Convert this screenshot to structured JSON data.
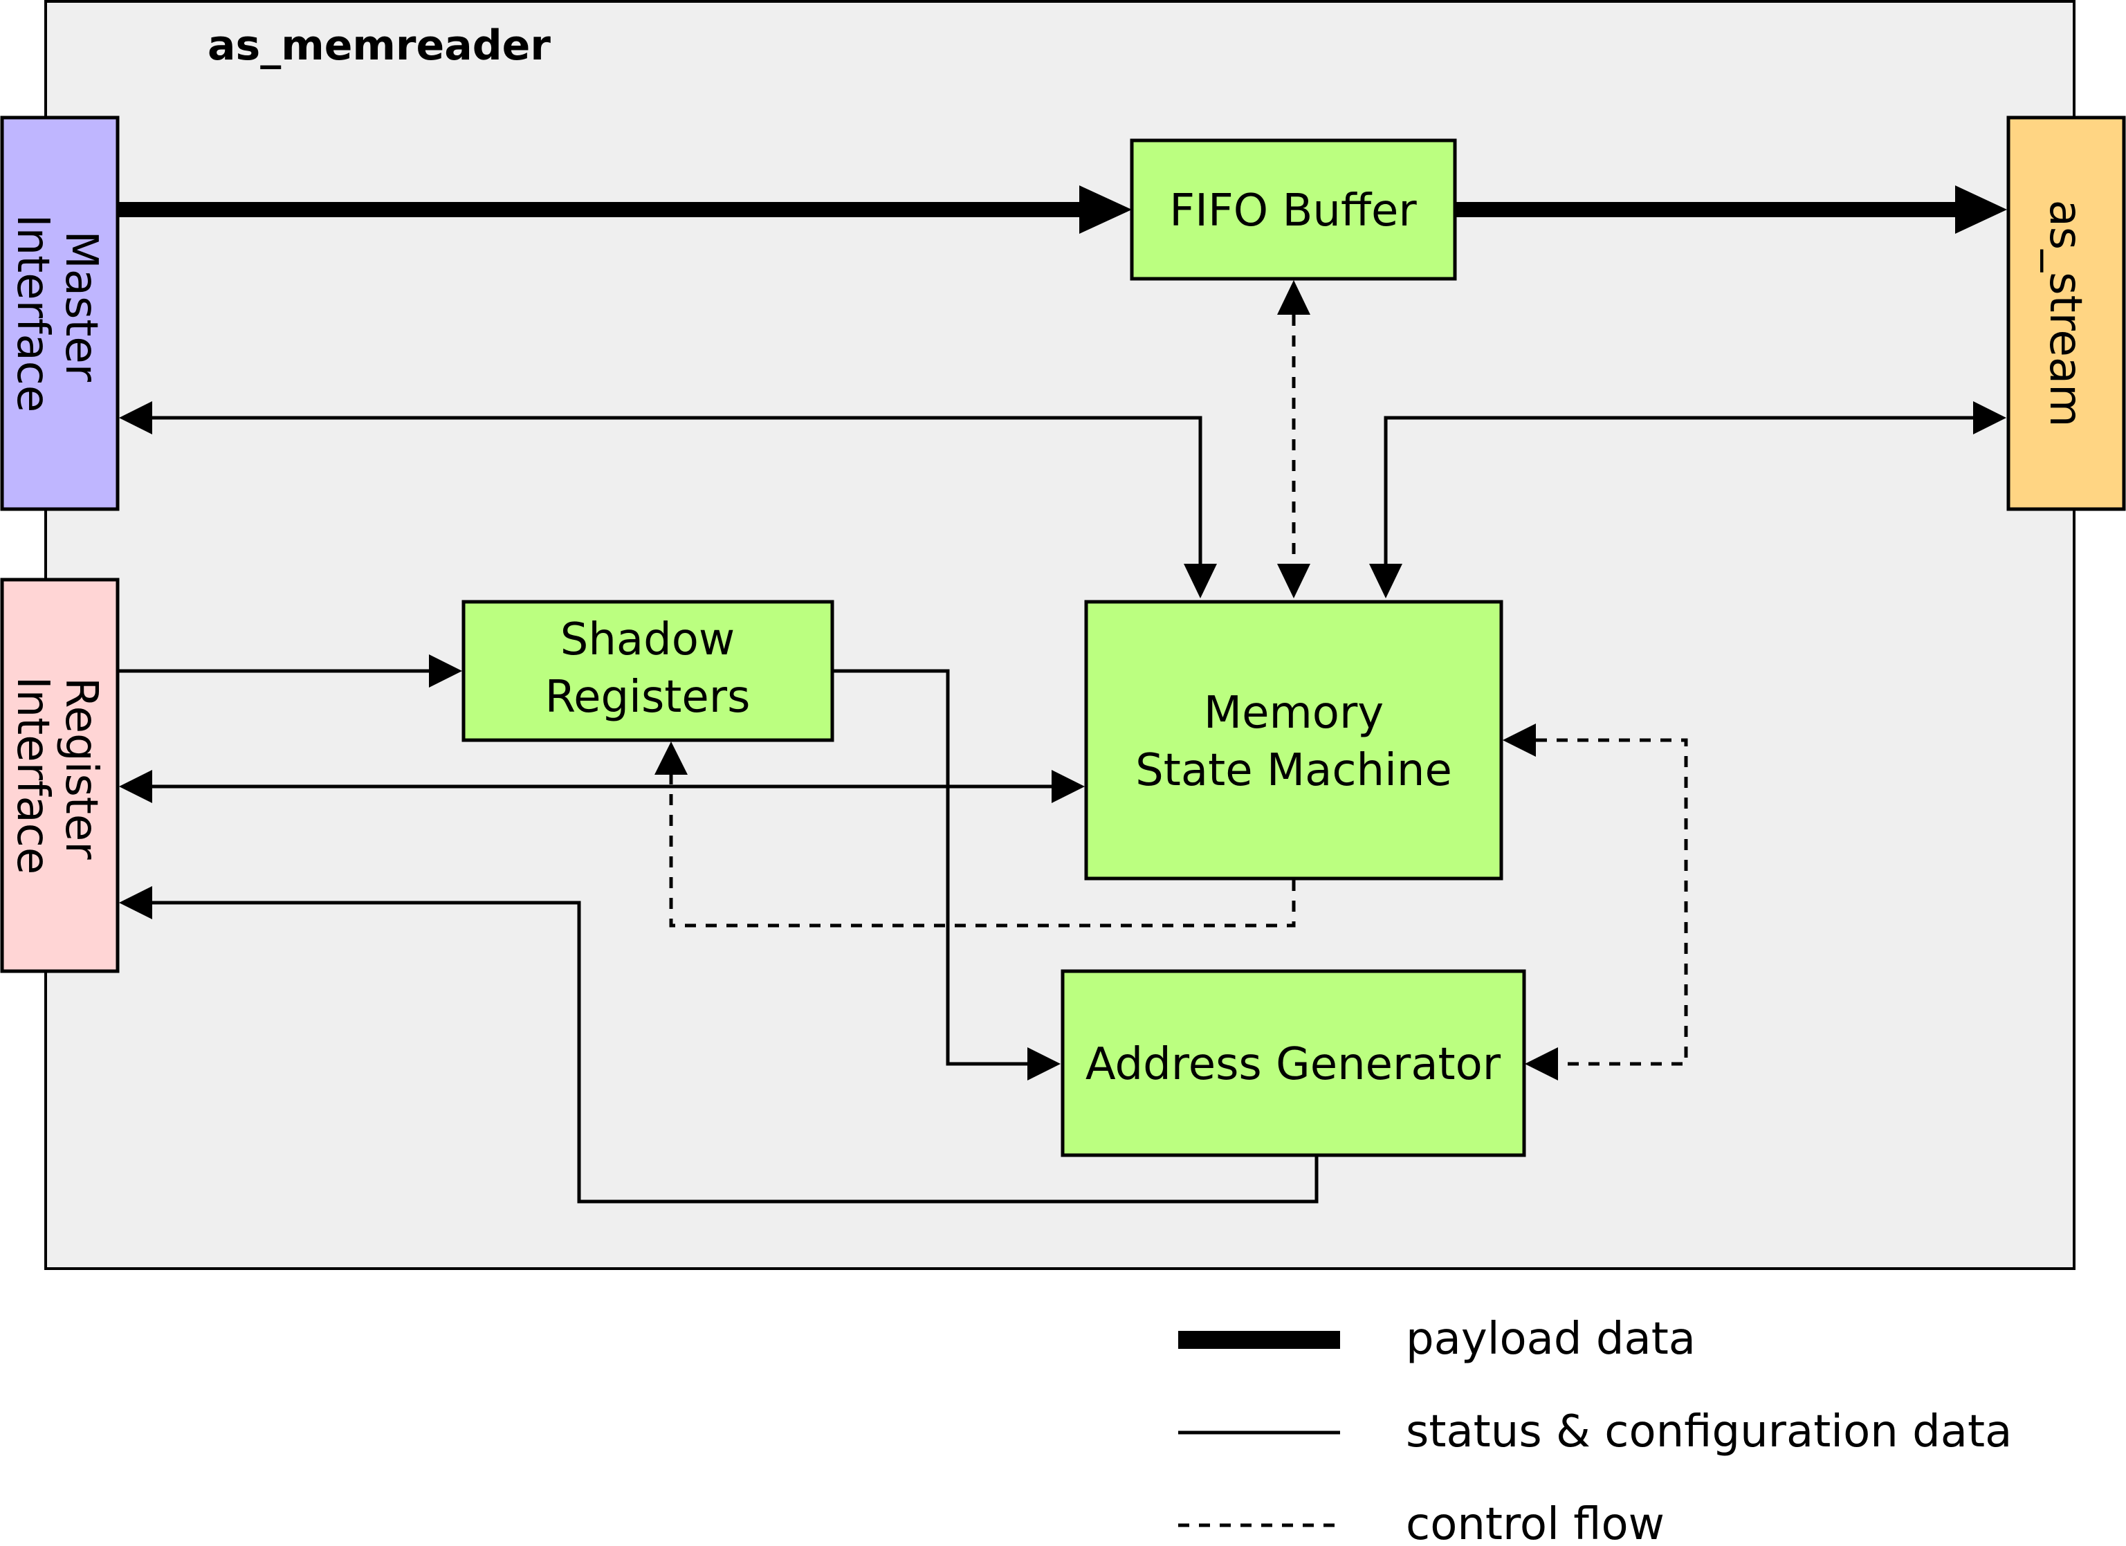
{
  "module": {
    "title": "as_memreader",
    "background": "#efefef"
  },
  "ports": {
    "master": {
      "lines": [
        "Master",
        "Interface"
      ],
      "color": "#bfb6ff"
    },
    "register": {
      "lines": [
        "Register",
        "Interface"
      ],
      "color": "#ffd5d5"
    },
    "stream": {
      "lines": [
        "as_stream"
      ],
      "color": "#ffd583"
    }
  },
  "blocks": {
    "fifo": {
      "lines": [
        "FIFO Buffer"
      ]
    },
    "shadow": {
      "lines": [
        "Shadow",
        "Registers"
      ]
    },
    "fsm": {
      "lines": [
        "Memory",
        "State Machine"
      ]
    },
    "addrgen": {
      "lines": [
        "Address Generator"
      ]
    },
    "color": "#bbff80"
  },
  "legend": {
    "payload": "payload data",
    "status": "status & configuration data",
    "control": "control flow"
  }
}
